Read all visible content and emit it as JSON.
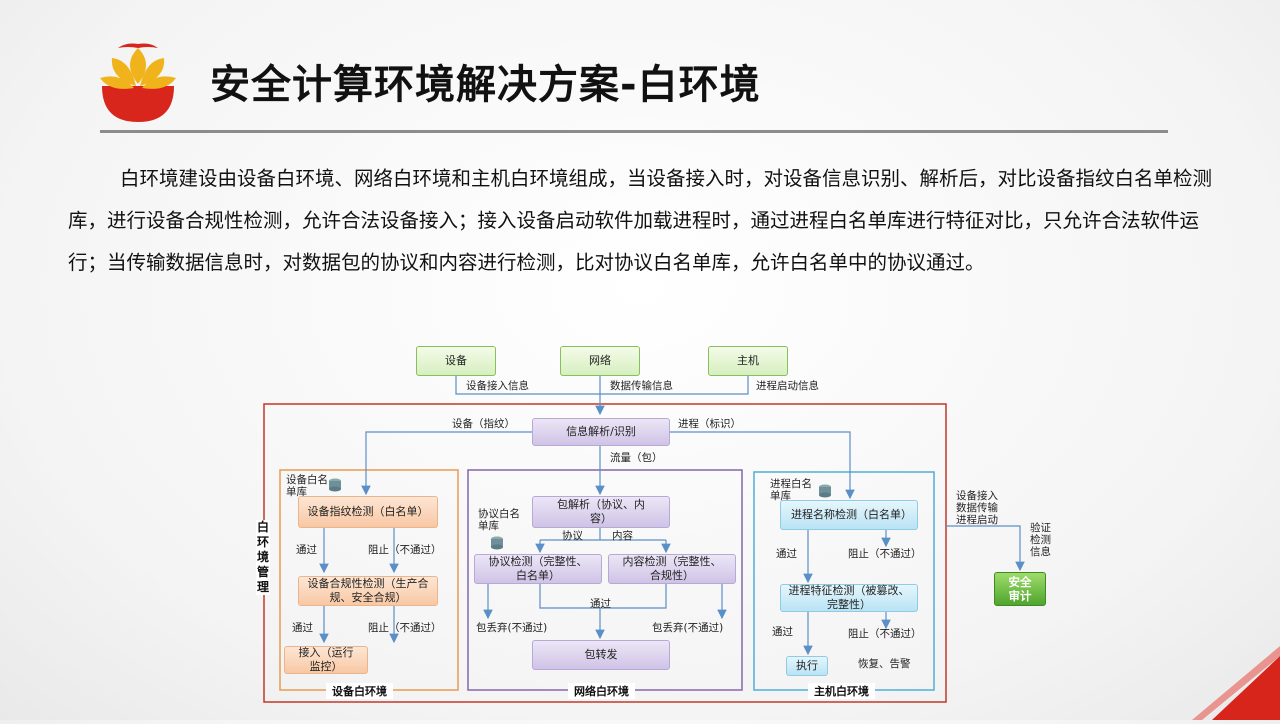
{
  "header": {
    "title": "安全计算环境解决方案-白环境"
  },
  "body": {
    "paragraph": "白环境建设由设备白环境、网络白环境和主机白环境组成，当设备接入时，对设备信息识别、解析后，对比设备指纹白名单检测库，进行设备合规性检测，允许合法设备接入；接入设备启动软件加载进程时，通过进程白名单库进行特征对比，只允许合法软件运行；当传输数据信息时，对数据包的协议和内容进行检测，比对协议白名单库，允许白名单中的协议通过。"
  },
  "diagram": {
    "sources": {
      "device": "设备",
      "network": "网络",
      "host": "主机"
    },
    "source_labels": {
      "device_info": "设备接入信息",
      "data_info": "数据传输信息",
      "process_info": "进程启动信息"
    },
    "parse": {
      "label": "信息解析/识别",
      "device_fingerprint": "设备（指纹）",
      "process_id": "进程（标识）",
      "flow": "流量（包）"
    },
    "side_label": "白环境管理",
    "device_env": {
      "title": "设备白环境",
      "db_label": "设备白名单库",
      "check1": "设备指纹检测（白名单）",
      "pass1": "通过",
      "block1": "阻止（不通过）",
      "check2": "设备合规性检测（生产合规、安全合规）",
      "pass2": "通过",
      "block2": "阻止（不通过）",
      "access": "接入（运行监控）"
    },
    "network_env": {
      "title": "网络白环境",
      "db_label": "协议白名单库",
      "parse": "包解析（协议、内容）",
      "protocol": "协议",
      "content": "内容",
      "protocol_check": "协议检测（完整性、白名单）",
      "content_check": "内容检测（完整性、合规性）",
      "pass": "通过",
      "drop_left": "包丢弃(不通过)",
      "drop_right": "包丢弃(不通过)",
      "forward": "包转发"
    },
    "host_env": {
      "title": "主机白环境",
      "db_label": "进程白名单库",
      "name_check": "进程名称检测（白名单）",
      "pass1": "通过",
      "block1": "阻止（不通过）",
      "feature_check": "进程特征检测（被篡改、完整性）",
      "pass2": "通过",
      "block2": "阻止（不通过）",
      "execute": "执行",
      "restore": "恢复、告警"
    },
    "audit": {
      "inputs": "设备接入数据传输进程启动",
      "verify": "验证检测信息",
      "label": "安全审计"
    }
  }
}
